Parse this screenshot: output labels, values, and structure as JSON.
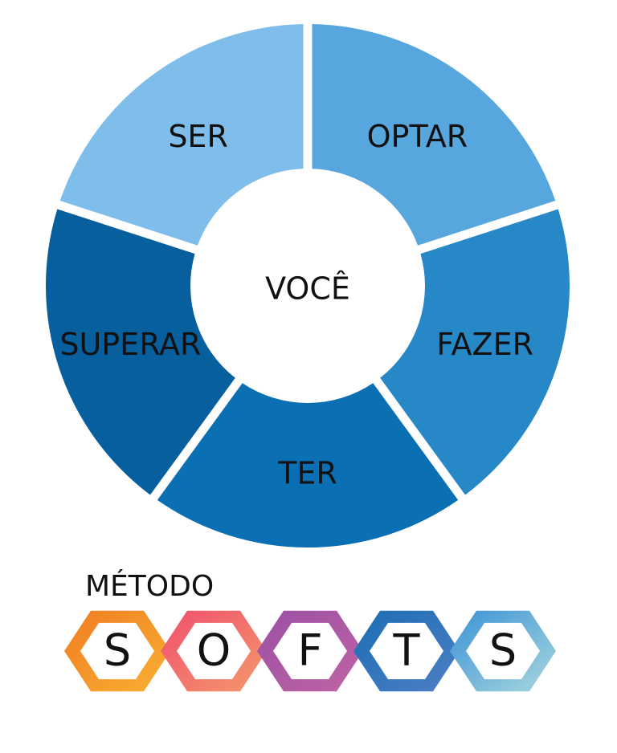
{
  "diagram": {
    "center_label": "VOCÊ",
    "segments": [
      {
        "id": "ser",
        "label": "SER",
        "color": "#7fbdea"
      },
      {
        "id": "optar",
        "label": "OPTAR",
        "color": "#57a6dd"
      },
      {
        "id": "fazer",
        "label": "FAZER",
        "color": "#2788c8"
      },
      {
        "id": "ter",
        "label": "TER",
        "color": "#0b6fb3"
      },
      {
        "id": "superar",
        "label": "SUPERAR",
        "color": "#085f9e"
      }
    ]
  },
  "brand": {
    "title": "MÉTODO",
    "letters": [
      {
        "char": "S",
        "colors": [
          "#f07b22",
          "#f9b233"
        ]
      },
      {
        "char": "O",
        "colors": [
          "#ef4e6e",
          "#f59a6b"
        ]
      },
      {
        "char": "F",
        "colors": [
          "#9b4fa4",
          "#c064a5"
        ]
      },
      {
        "char": "T",
        "colors": [
          "#1b6db3",
          "#4f7fc4"
        ]
      },
      {
        "char": "S",
        "colors": [
          "#3b92d6",
          "#a9d8de"
        ]
      }
    ]
  }
}
